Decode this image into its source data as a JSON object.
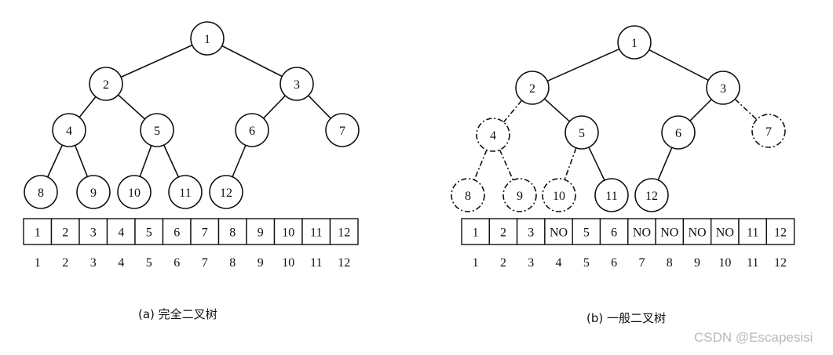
{
  "diagrams": [
    {
      "caption": "(a) 完全二叉树",
      "nodes": [
        {
          "label": "1",
          "style": "solid"
        },
        {
          "label": "2",
          "style": "solid"
        },
        {
          "label": "3",
          "style": "solid"
        },
        {
          "label": "4",
          "style": "solid"
        },
        {
          "label": "5",
          "style": "solid"
        },
        {
          "label": "6",
          "style": "solid"
        },
        {
          "label": "7",
          "style": "solid"
        },
        {
          "label": "8",
          "style": "solid"
        },
        {
          "label": "9",
          "style": "solid"
        },
        {
          "label": "10",
          "style": "solid"
        },
        {
          "label": "11",
          "style": "solid"
        },
        {
          "label": "12",
          "style": "solid"
        }
      ],
      "edges": [
        {
          "from": "1",
          "to": "2",
          "style": "solid"
        },
        {
          "from": "1",
          "to": "3",
          "style": "solid"
        },
        {
          "from": "2",
          "to": "4",
          "style": "solid"
        },
        {
          "from": "2",
          "to": "5",
          "style": "solid"
        },
        {
          "from": "3",
          "to": "6",
          "style": "solid"
        },
        {
          "from": "3",
          "to": "7",
          "style": "solid"
        },
        {
          "from": "4",
          "to": "8",
          "style": "solid"
        },
        {
          "from": "4",
          "to": "9",
          "style": "solid"
        },
        {
          "from": "5",
          "to": "10",
          "style": "solid"
        },
        {
          "from": "5",
          "to": "11",
          "style": "solid"
        },
        {
          "from": "6",
          "to": "12",
          "style": "solid"
        }
      ],
      "array_cells": [
        "1",
        "2",
        "3",
        "4",
        "5",
        "6",
        "7",
        "8",
        "9",
        "10",
        "11",
        "12"
      ],
      "array_indices": [
        "1",
        "2",
        "3",
        "4",
        "5",
        "6",
        "7",
        "8",
        "9",
        "10",
        "11",
        "12"
      ]
    },
    {
      "caption": "(b) 一般二叉树",
      "nodes": [
        {
          "label": "1",
          "style": "solid"
        },
        {
          "label": "2",
          "style": "solid"
        },
        {
          "label": "3",
          "style": "solid"
        },
        {
          "label": "4",
          "style": "dashed"
        },
        {
          "label": "5",
          "style": "solid"
        },
        {
          "label": "6",
          "style": "solid"
        },
        {
          "label": "7",
          "style": "dashed"
        },
        {
          "label": "8",
          "style": "dashed"
        },
        {
          "label": "9",
          "style": "dashed"
        },
        {
          "label": "10",
          "style": "dashed"
        },
        {
          "label": "11",
          "style": "solid"
        },
        {
          "label": "12",
          "style": "solid"
        }
      ],
      "edges": [
        {
          "from": "1",
          "to": "2",
          "style": "solid"
        },
        {
          "from": "1",
          "to": "3",
          "style": "solid"
        },
        {
          "from": "2",
          "to": "4",
          "style": "dashed"
        },
        {
          "from": "2",
          "to": "5",
          "style": "solid"
        },
        {
          "from": "3",
          "to": "6",
          "style": "solid"
        },
        {
          "from": "3",
          "to": "7",
          "style": "dashed"
        },
        {
          "from": "4",
          "to": "8",
          "style": "dashed"
        },
        {
          "from": "4",
          "to": "9",
          "style": "dashed"
        },
        {
          "from": "5",
          "to": "10",
          "style": "dashed"
        },
        {
          "from": "5",
          "to": "11",
          "style": "solid"
        },
        {
          "from": "6",
          "to": "12",
          "style": "solid"
        }
      ],
      "array_cells": [
        "1",
        "2",
        "3",
        "NO",
        "5",
        "6",
        "NO",
        "NO",
        "NO",
        "NO",
        "11",
        "12"
      ],
      "array_indices": [
        "1",
        "2",
        "3",
        "4",
        "5",
        "6",
        "7",
        "8",
        "9",
        "10",
        "11",
        "12"
      ]
    }
  ],
  "watermark": "CSDN @Escapesisi",
  "colors": {
    "stroke": "#111111",
    "background": "#ffffff",
    "watermark": "#b9b9b9"
  }
}
